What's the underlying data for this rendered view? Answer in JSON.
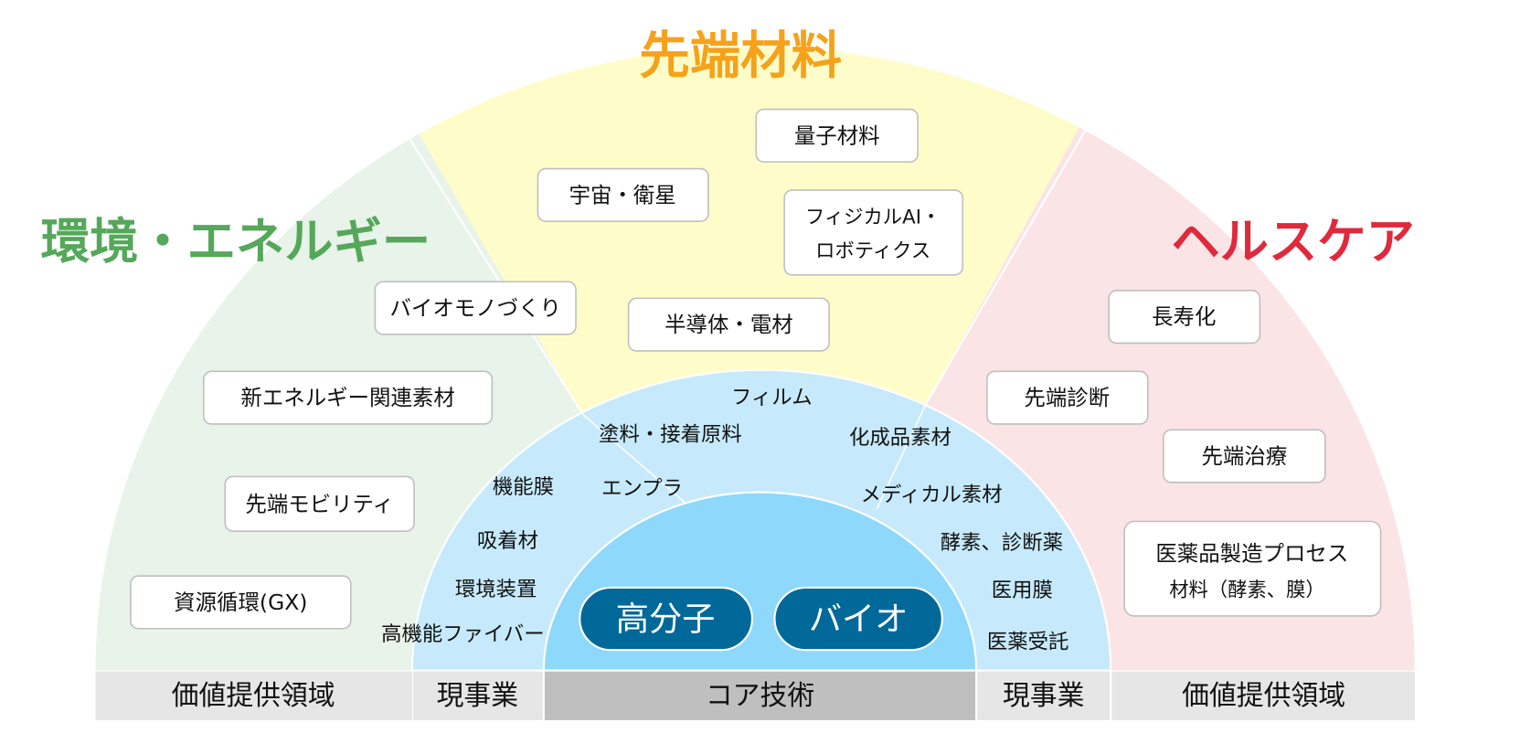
{
  "colors": {
    "environment": "#e8f3ea",
    "materials": "#fefdca",
    "healthcare": "#fbe4e6",
    "current_business": "#c6eafb",
    "core_tech": "#8ed8fb",
    "pill": "#00699a",
    "footer": "#e6e6e6",
    "footer_core": "#bfbfbf",
    "title_env": "#55a85a",
    "title_materials": "#f5a21b",
    "title_health": "#de2a3c"
  },
  "titles": {
    "materials": "先端材料",
    "environment": "環境・エネルギー",
    "healthcare": "ヘルスケア"
  },
  "value_areas": {
    "materials": [
      "量子材料",
      "宇宙・衛星",
      "フィジカルAI・",
      "ロボティクス",
      "半導体・電材"
    ],
    "environment": [
      "バイオモノづくり",
      "新エネルギー関連素材",
      "先端モビリティ",
      "資源循環(GX)"
    ],
    "healthcare": [
      "長寿化",
      "先端診断",
      "先端治療",
      "医薬品製造プロセス",
      "材料（酵素、膜）"
    ]
  },
  "current_business": {
    "top": [
      "フィルム",
      "塗料・接着原料",
      "化成品素材",
      "エンプラ"
    ],
    "left": [
      "機能膜",
      "吸着材",
      "環境装置",
      "高機能ファイバー"
    ],
    "right": [
      "メディカル素材",
      "酵素、診断薬",
      "医用膜",
      "医薬受託"
    ]
  },
  "core_technologies": [
    "高分子",
    "バイオ"
  ],
  "footer": [
    "価値提供領域",
    "現事業",
    "コア技術",
    "現事業",
    "価値提供領域"
  ]
}
